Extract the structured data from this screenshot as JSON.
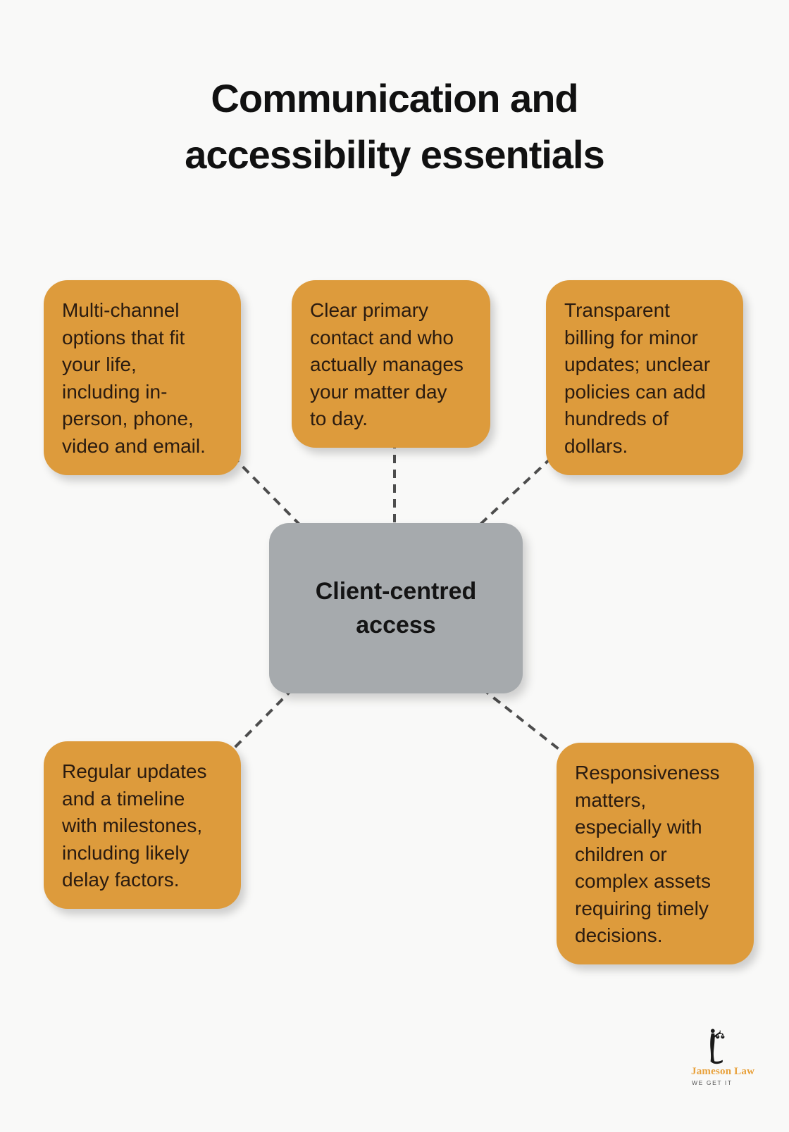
{
  "title": "Communication and\naccessibility essentials",
  "center_node": {
    "label": "Client-centred\naccess"
  },
  "nodes": [
    {
      "id": "multi-channel",
      "text": "Multi-channel\noptions that fit\nyour life,\nincluding in-\nperson, phone,\nvideo and email."
    },
    {
      "id": "primary-contact",
      "text": "Clear primary\ncontact and who\nactually manages\nyour matter day\nto day."
    },
    {
      "id": "transparent-billing",
      "text": "Transparent\nbilling for minor\nupdates; unclear\npolicies can add\nhundreds of\ndollars."
    },
    {
      "id": "regular-updates",
      "text": "Regular updates\nand a timeline\nwith milestones,\nincluding likely\ndelay factors."
    },
    {
      "id": "responsiveness",
      "text": "Responsiveness\nmatters,\nespecially with\nchildren or\ncomplex assets\nrequiring timely\ndecisions."
    }
  ],
  "logo": {
    "name": "Jameson Law",
    "tagline": "WE GET IT"
  },
  "colors": {
    "node_fill": "#DD9B3C",
    "center_fill": "#A6AAAD",
    "connector": "#4D4D4D",
    "node_text": "#2A1B10",
    "title_text": "#111111",
    "logo_name": "#E8A13B",
    "logo_tagline": "#555555",
    "background": "#F9F9F8"
  }
}
